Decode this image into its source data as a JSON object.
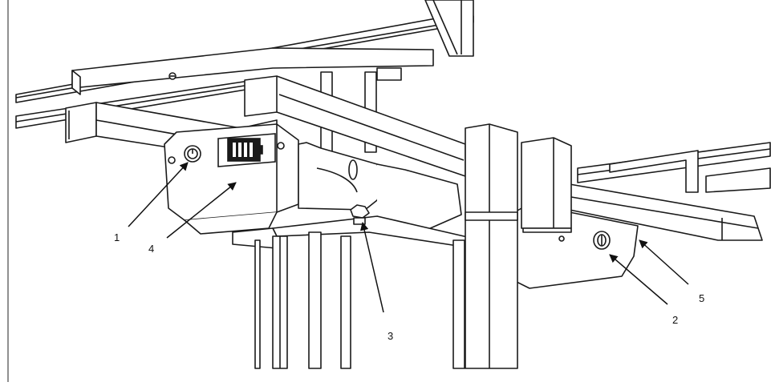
{
  "figure": {
    "callouts": [
      {
        "id": "1",
        "label": "1"
      },
      {
        "id": "2",
        "label": "2"
      },
      {
        "id": "3",
        "label": "3"
      },
      {
        "id": "4",
        "label": "4"
      },
      {
        "id": "5",
        "label": "5"
      }
    ],
    "colors": {
      "stroke": "#1a1a1a",
      "fill": "#ffffff",
      "shade": "#e9e9e9"
    }
  }
}
